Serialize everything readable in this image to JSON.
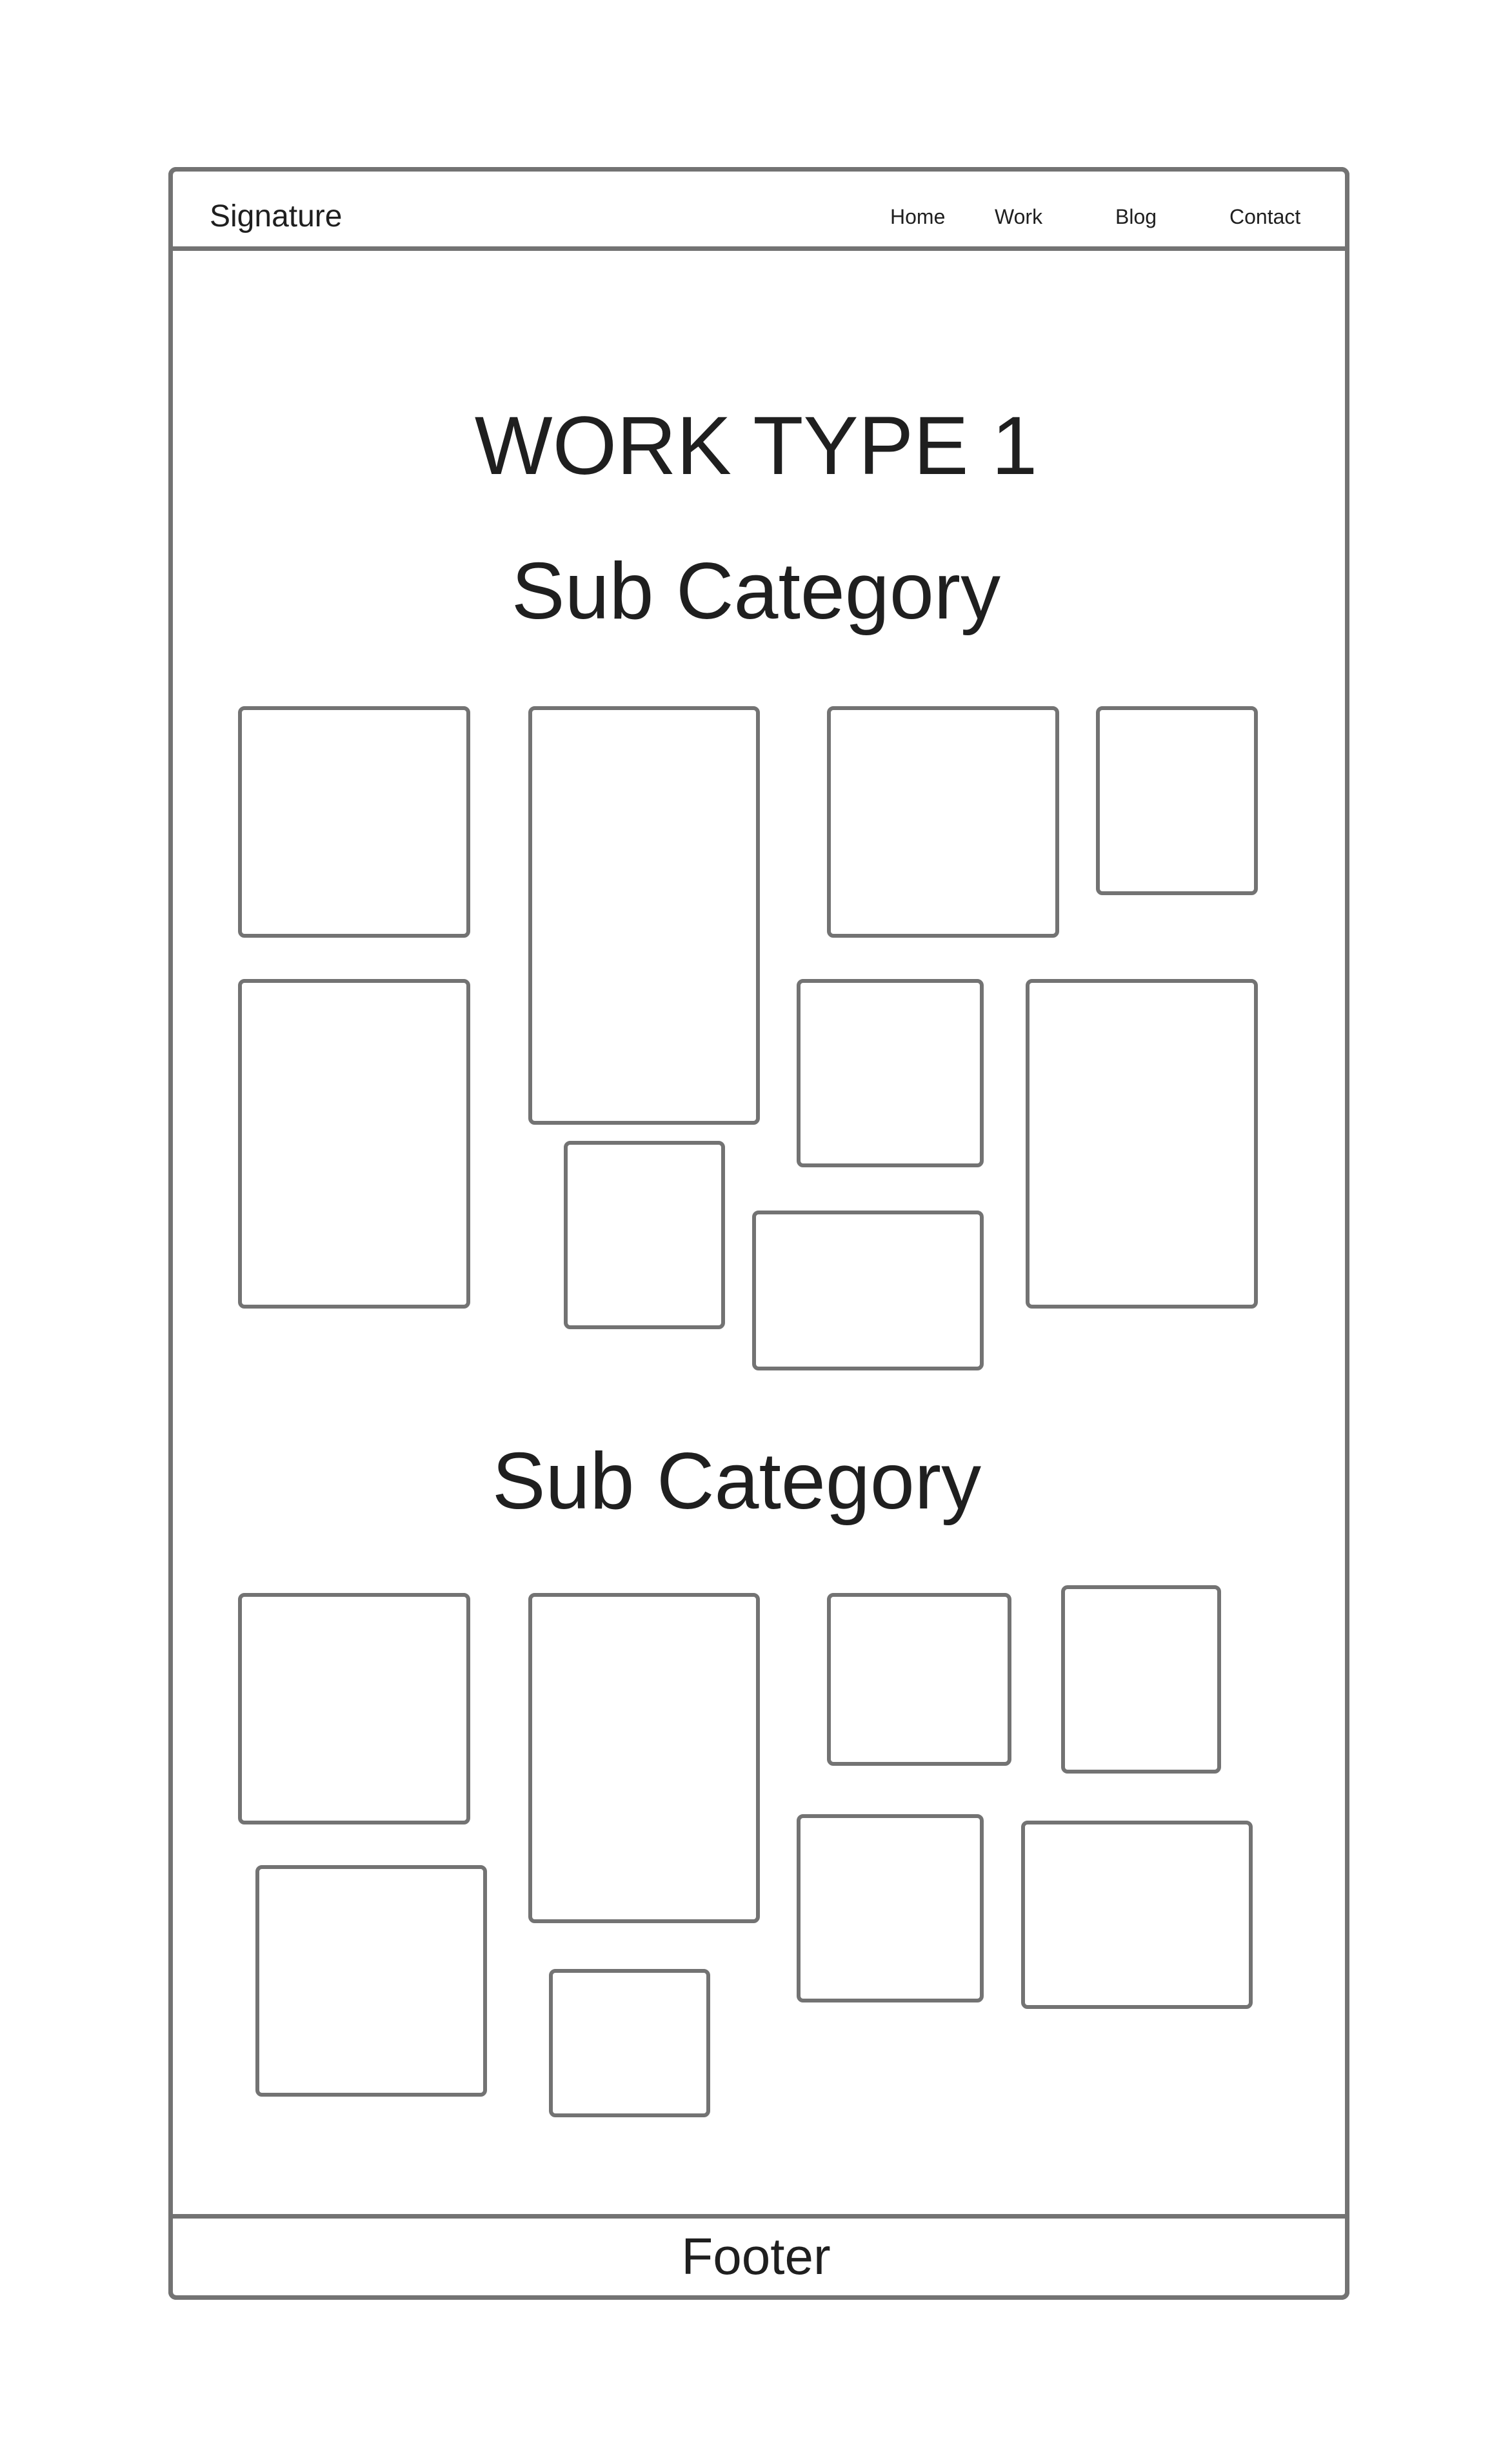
{
  "header": {
    "brand": "Signature",
    "nav": [
      {
        "label": "Home"
      },
      {
        "label": "Work"
      },
      {
        "label": "Blog"
      },
      {
        "label": "Contact"
      }
    ]
  },
  "page": {
    "title": "WORK TYPE 1",
    "sections": [
      {
        "heading": "Sub Category"
      },
      {
        "heading": "Sub Category"
      }
    ]
  },
  "footer": {
    "label": "Footer"
  },
  "colors": {
    "outline": "#737373",
    "text": "#1f1f1f",
    "background": "#ffffff"
  }
}
